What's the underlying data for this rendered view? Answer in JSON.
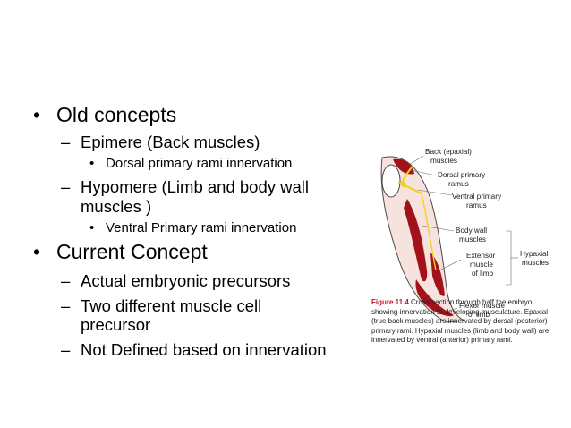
{
  "bullets": {
    "b1": "Old concepts",
    "b1_sub1": "Epimere (Back muscles)",
    "b1_sub1_sub": "Dorsal primary rami innervation",
    "b1_sub2_line1": "Hypomere (Limb and body wall",
    "b1_sub2_line2": "muscles )",
    "b1_sub2_sub": "Ventral Primary rami innervation",
    "b2": "Current Concept",
    "b2_sub1": "Actual embryonic precursors",
    "b2_sub2_line1": "Two different muscle cell",
    "b2_sub2_line2": "precursor",
    "b2_sub3": "Not Defined based on innervation"
  },
  "markers": {
    "bullet": "•",
    "dash": "–"
  },
  "figure": {
    "labels": {
      "back_epaxial": "Back (epaxial)",
      "muscles": "muscles",
      "dorsal_primary": "Dorsal primary",
      "ramus": "ramus",
      "ventral_primary": "Ventral primary",
      "ramus2": "ramus",
      "body_wall": "Body wall",
      "body_wall_muscles": "muscles",
      "extensor": "Extensor",
      "muscle": "muscle",
      "of_limb": "of limb",
      "hypaxial": "Hypaxial",
      "hypaxial_muscles": "muscles",
      "flexor": "Flexor muscle",
      "flexor_of_limb": "of limb"
    },
    "caption_fig": "Figure 11.4",
    "caption_l1": " Cross section through half the embryo",
    "caption_l2": "showing innervation to developing musculature. Epaxial",
    "caption_l3": "(true back muscles) are innervated by dorsal (posterior)",
    "caption_l4": "primary rami. Hypaxial muscles (limb and body wall) are",
    "caption_l5": "innervated by ventral (anterior) primary rami.",
    "colors": {
      "muscle": "#a3121b",
      "nerve": "#f2d21b",
      "outline": "#4a4a4a",
      "caption_red": "#c8102e"
    }
  }
}
